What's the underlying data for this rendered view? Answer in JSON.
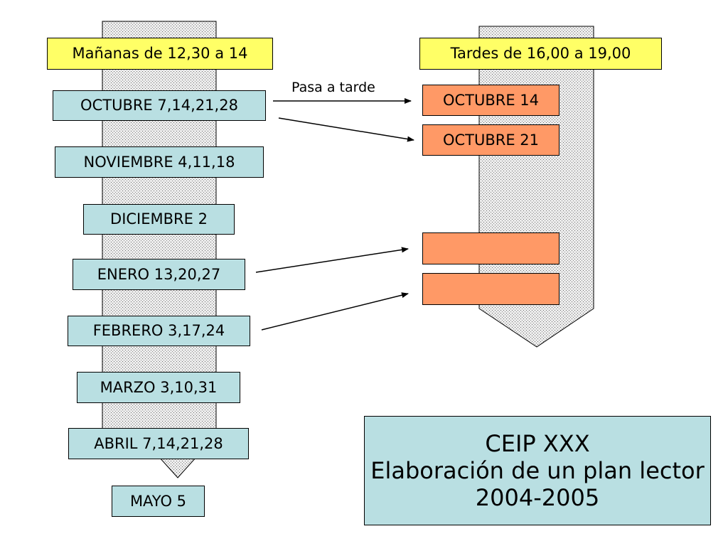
{
  "morning": {
    "header": "Mañanas de 12,30 a 14",
    "months": [
      "OCTUBRE 7,14,21,28",
      "NOVIEMBRE 4,11,18",
      "DICIEMBRE 2",
      "ENERO 13,20,27",
      "FEBRERO 3,17,24",
      "MARZO 3,10,31",
      "ABRIL 7,14,21,28",
      "MAYO 5"
    ]
  },
  "afternoon": {
    "header": "Tardes de 16,00 a 19,00",
    "slots": [
      "OCTUBRE 14",
      "OCTUBRE 21",
      "",
      ""
    ]
  },
  "arrow_label": "Pasa a tarde",
  "footer": {
    "line1": "CEIP  XXX",
    "line2": "Elaboración de un plan lector",
    "line3": "2004-2005"
  },
  "colors": {
    "header_fill": "#ffff66",
    "morning_fill": "#b9dfe2",
    "afternoon_fill": "#ff9966",
    "footer_fill": "#b9dfe2",
    "arrow_body_fill": "#e6e6e6"
  }
}
